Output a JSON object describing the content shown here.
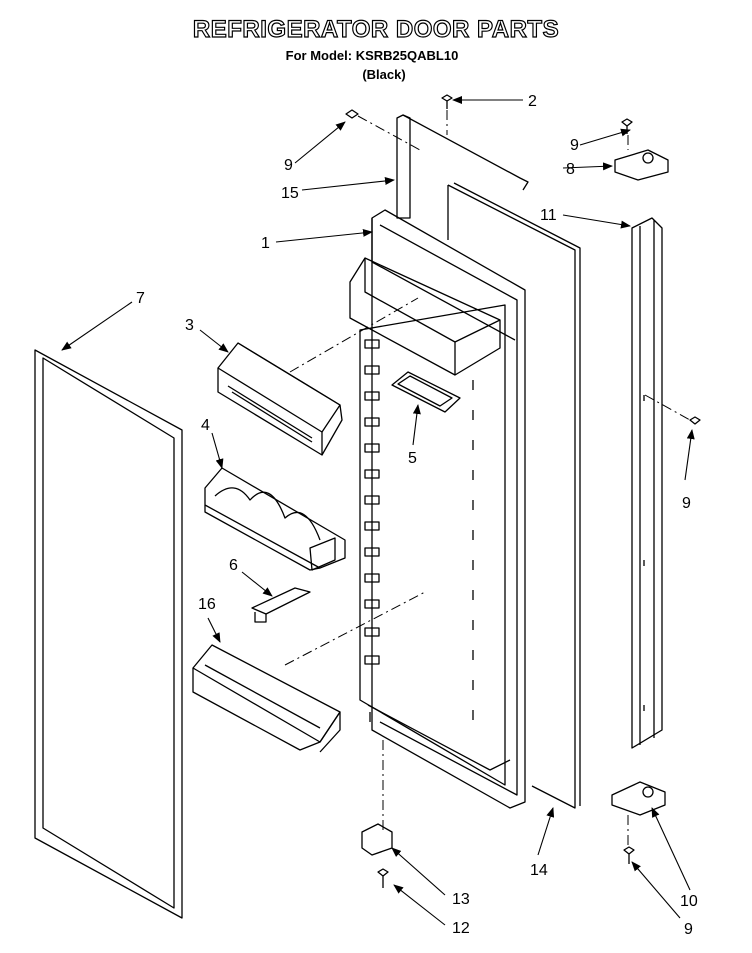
{
  "header": {
    "title": "REFRIGERATOR DOOR PARTS",
    "model_line": "For Model: KSRB25QABL10",
    "color_line": "(Black)"
  },
  "callouts": {
    "c1": "1",
    "c2": "2",
    "c3": "3",
    "c4": "4",
    "c5": "5",
    "c6": "6",
    "c7": "7",
    "c8": "8",
    "c9a": "9",
    "c9b": "9",
    "c9c": "9",
    "c9d": "9",
    "c10": "10",
    "c11": "11",
    "c12": "12",
    "c13": "13",
    "c14": "14",
    "c15": "15",
    "c16": "16"
  }
}
